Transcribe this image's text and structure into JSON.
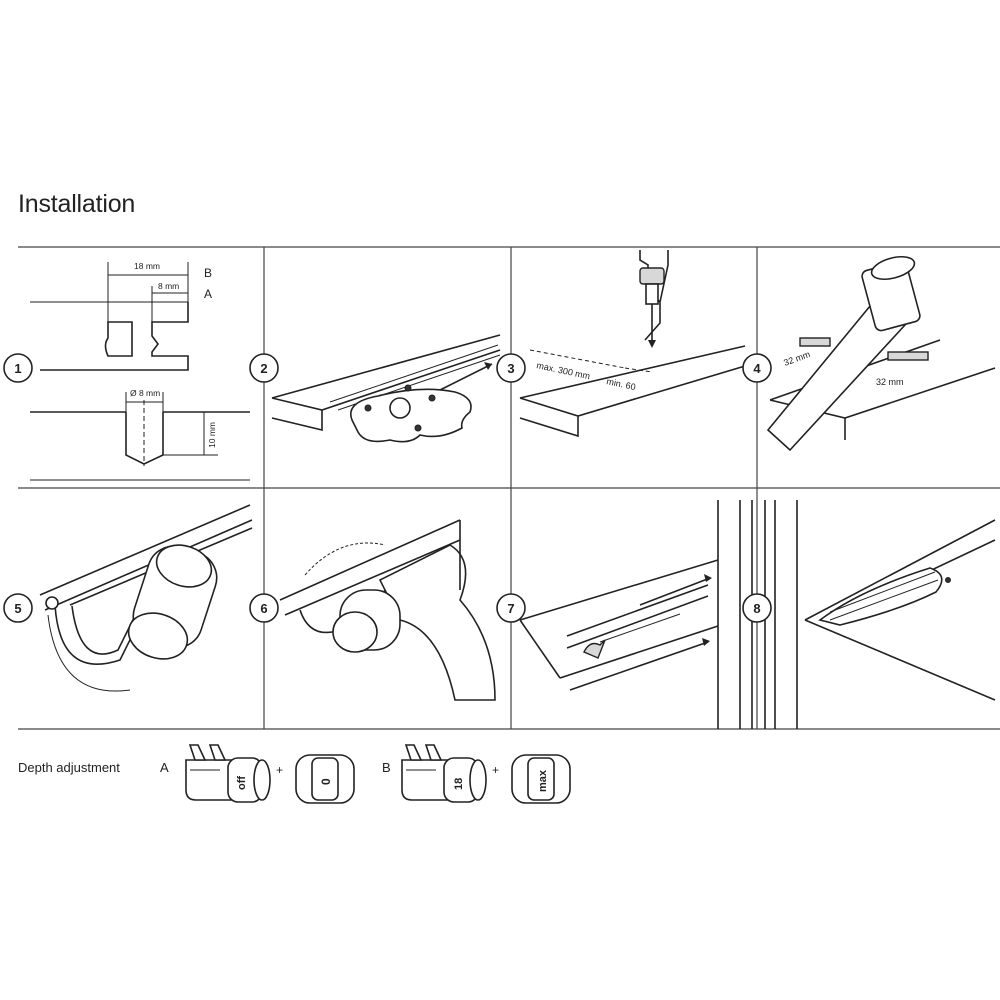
{
  "title": "Installation",
  "steps": [
    "1",
    "2",
    "3",
    "4",
    "5",
    "6",
    "7",
    "8"
  ],
  "step1": {
    "dim_18": "18 mm",
    "dim_8": "8 mm",
    "label_b": "B",
    "label_a": "A",
    "dim_dia": "Ø 8 mm",
    "dim_10": "10 mm"
  },
  "step3": {
    "dim_max": "max. 300 mm",
    "dim_min": "min. 60"
  },
  "step4": {
    "dim_32a": "32 mm",
    "dim_32b": "32 mm"
  },
  "depth": {
    "label": "Depth adjustment",
    "option_a": "A",
    "option_b": "B",
    "plus": "+",
    "knob_a1": "off",
    "knob_a2": "0",
    "knob_b1": "18",
    "knob_b2": "max"
  }
}
